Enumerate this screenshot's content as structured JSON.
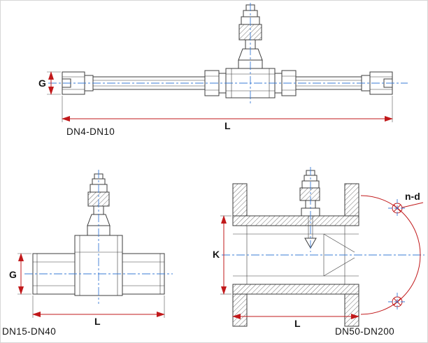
{
  "colors": {
    "background": "#ffffff",
    "page_border": "#d6d6d6",
    "line": "#3c3c3c",
    "dimension": "#c1191b",
    "centerline": "#3a7bd5",
    "label": "#151515"
  },
  "figures": {
    "top": {
      "caption": "DN4-DN10",
      "dim_g": "G",
      "dim_l": "L"
    },
    "bottom_left": {
      "caption": "DN15-DN40",
      "dim_g": "G",
      "dim_l": "L"
    },
    "bottom_right": {
      "caption": "DN50-DN200",
      "dim_k": "K",
      "dim_l": "L",
      "bolt_pattern_label": "n-d"
    }
  }
}
